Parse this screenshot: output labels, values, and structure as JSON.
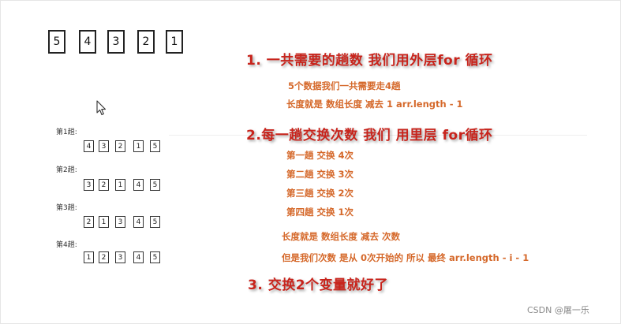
{
  "top_boxes": [
    "5",
    "4",
    "3",
    "2",
    "1"
  ],
  "passes": [
    {
      "label": "第1趟:",
      "boxes": [
        "4",
        "3",
        "2",
        "1",
        "5"
      ]
    },
    {
      "label": "第2趟:",
      "boxes": [
        "3",
        "2",
        "1",
        "4",
        "5"
      ]
    },
    {
      "label": "第3趟:",
      "boxes": [
        "2",
        "1",
        "3",
        "4",
        "5"
      ]
    },
    {
      "label": "第4趟:",
      "boxes": [
        "1",
        "2",
        "3",
        "4",
        "5"
      ]
    }
  ],
  "section1": {
    "heading": "1. 一共需要的趟数 我们用外层for 循环",
    "lines": [
      "5个数据我们一共需要走4趟",
      "长度就是 数组长度 减去 1   arr.length - 1"
    ]
  },
  "section2": {
    "heading": "2.每一趟交换次数 我们 用里层 for循环",
    "lines": [
      "第一趟 交换 4次",
      "第二趟 交换 3次",
      "第三趟 交换 2次",
      "第四趟 交换 1次"
    ],
    "note1": "长度就是 数组长度 减去  次数",
    "note2": "但是我们次数 是从 0次开始的    所以  最终  arr.length - i - 1"
  },
  "section3": {
    "heading": "3. 交换2个变量就好了"
  },
  "watermark": "CSDN @屠一乐",
  "colors": {
    "heading_red": "#c8241c",
    "text_orange": "#d5682a"
  },
  "cursor_icon": "mouse-pointer-icon"
}
